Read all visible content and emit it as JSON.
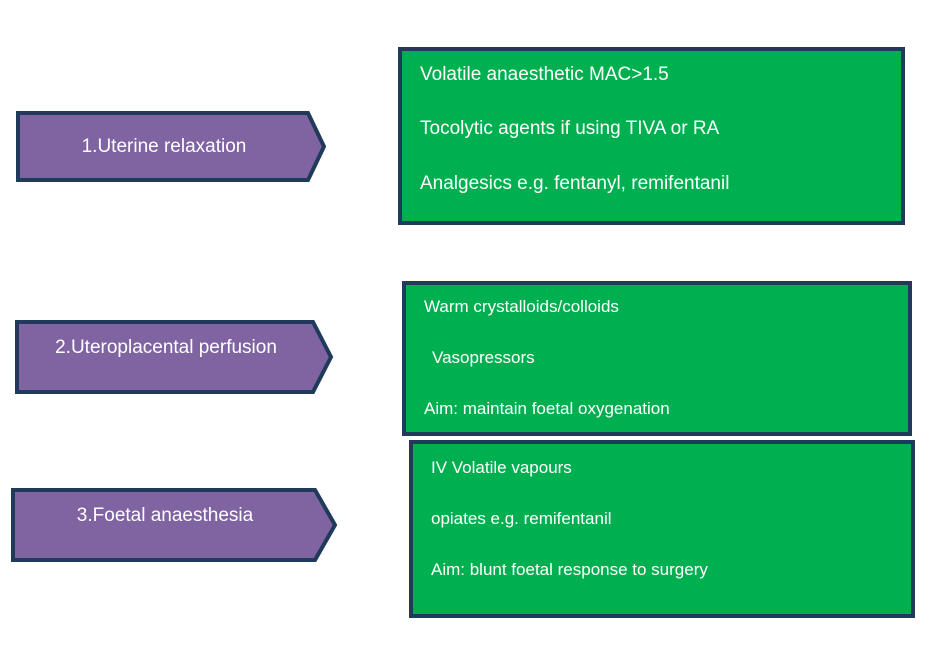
{
  "colors": {
    "arrow_fill": "#8064a2",
    "arrow_border": "#1f3a5a",
    "box_fill": "#00b050",
    "box_border": "#1f3a5a",
    "text": "#ffffff"
  },
  "rows": [
    {
      "step": "1.Uterine relaxation",
      "items": [
        "Volatile anaesthetic MAC>1.5",
        "Tocolytic agents if using TIVA or RA",
        "Analgesics e.g. fentanyl, remifentanil"
      ]
    },
    {
      "step": "2.Uteroplacental perfusion",
      "items": [
        "Warm crystalloids/colloids",
        "Vasopressors",
        "Aim: maintain foetal oxygenation"
      ]
    },
    {
      "step": "3.Foetal anaesthesia",
      "items": [
        "IV Volatile vapours",
        "opiates e.g. remifentanil",
        "Aim: blunt foetal response to surgery"
      ]
    }
  ]
}
